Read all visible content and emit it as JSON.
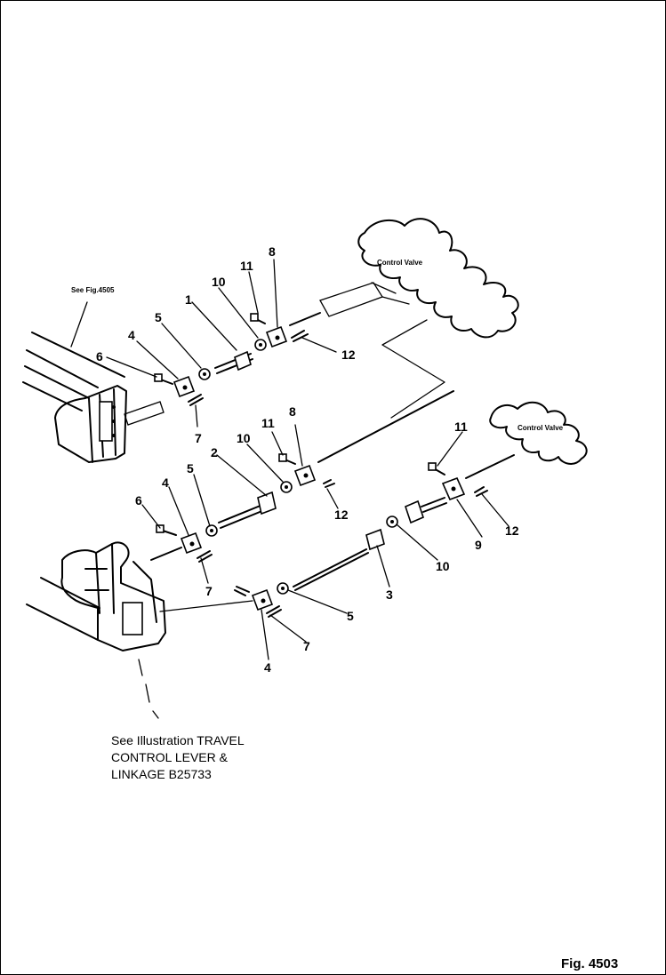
{
  "figure": {
    "label": "Fig. 4503",
    "reference_note": "See Fig.4505",
    "caption_lines": [
      "See Illustration TRAVEL",
      "CONTROL LEVER &",
      "LINKAGE B25733"
    ],
    "valve_labels": [
      "Control Valve",
      "Control Valve"
    ]
  },
  "callouts": {
    "upper": [
      "1",
      "4",
      "5",
      "6",
      "7",
      "8",
      "10",
      "11",
      "12"
    ],
    "middle": [
      "2",
      "4",
      "5",
      "6",
      "7",
      "8",
      "10",
      "11",
      "12"
    ],
    "right": [
      "9",
      "10",
      "11",
      "12"
    ],
    "lower": [
      "3",
      "4",
      "5",
      "7"
    ]
  }
}
